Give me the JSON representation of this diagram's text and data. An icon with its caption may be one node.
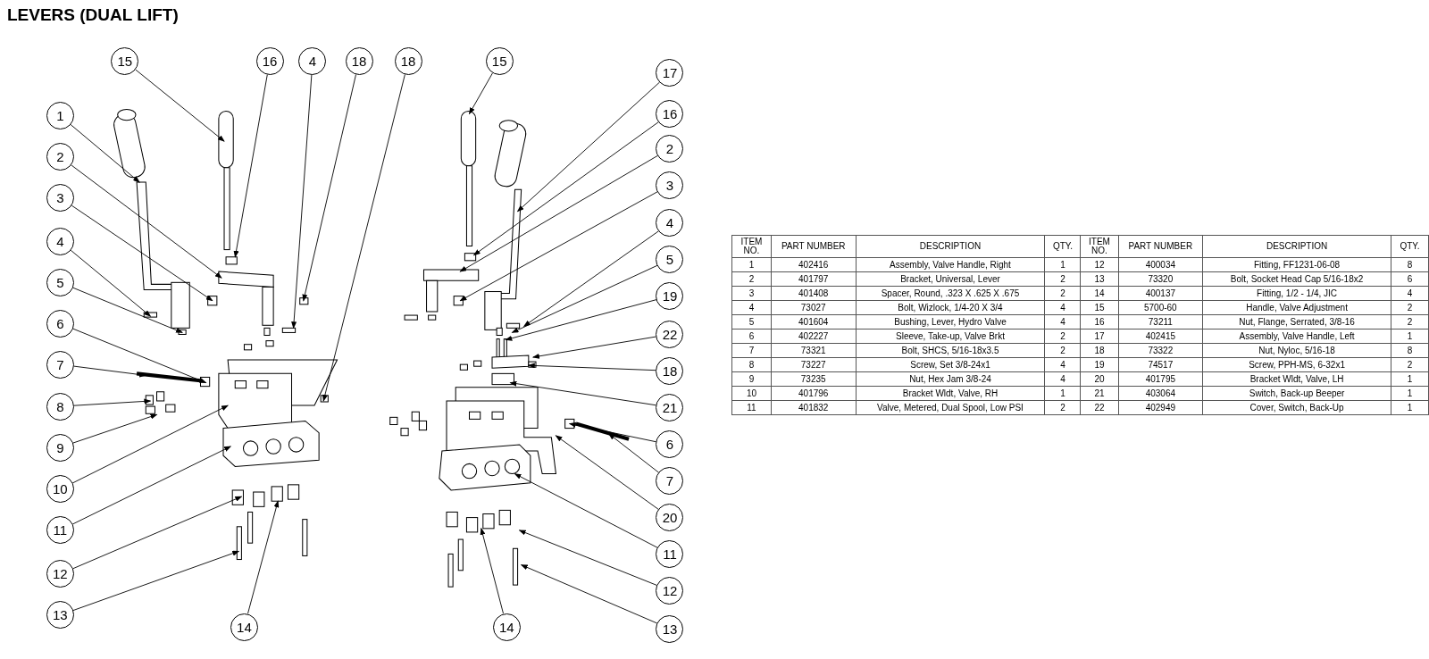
{
  "diagram": {
    "title": "LEVERS (DUAL LIFT)",
    "nodes": [
      {
        "text": [
          "15"
        ]
      },
      {
        "text": [
          "16"
        ]
      },
      {
        "text": [
          "4"
        ]
      },
      {
        "text": [
          "18"
        ]
      },
      {
        "text": [
          "18"
        ]
      },
      {
        "text": [
          "15"
        ]
      },
      {
        "text": [
          "1"
        ]
      },
      {
        "text": [
          "2"
        ]
      },
      {
        "text": [
          "3"
        ]
      },
      {
        "text": [
          "4"
        ]
      },
      {
        "text": [
          "5"
        ]
      },
      {
        "text": [
          "6"
        ]
      },
      {
        "text": [
          "7"
        ]
      },
      {
        "text": [
          "8"
        ]
      },
      {
        "text": [
          "9"
        ]
      },
      {
        "text": [
          "10"
        ]
      },
      {
        "text": [
          "11"
        ]
      },
      {
        "text": [
          "12"
        ]
      },
      {
        "text": [
          "13"
        ]
      },
      {
        "text": [
          "14"
        ]
      },
      {
        "text": [
          "14"
        ]
      },
      {
        "text": [
          "17"
        ]
      },
      {
        "text": [
          "16"
        ]
      },
      {
        "text": [
          "2"
        ]
      },
      {
        "text": [
          "3"
        ]
      },
      {
        "text": [
          "4"
        ]
      },
      {
        "text": [
          "5"
        ]
      },
      {
        "text": [
          "19"
        ]
      },
      {
        "text": [
          "22"
        ]
      },
      {
        "text": [
          "18"
        ]
      },
      {
        "text": [
          "21"
        ]
      },
      {
        "text": [
          "6"
        ]
      },
      {
        "text": [
          "7"
        ]
      },
      {
        "text": [
          "20"
        ]
      },
      {
        "text": [
          "11"
        ]
      },
      {
        "text": [
          "12"
        ]
      },
      {
        "text": [
          "13"
        ]
      }
    ],
    "edges": [
      {
        "from": 0,
        "to": null,
        "arrow": "to"
      },
      {
        "from": 1,
        "to": null,
        "arrow": "to"
      },
      {
        "from": 2,
        "to": null,
        "arrow": "to"
      },
      {
        "from": 3,
        "to": null,
        "arrow": "to"
      },
      {
        "from": 4,
        "to": null,
        "arrow": "to"
      },
      {
        "from": 5,
        "to": null,
        "arrow": "to"
      },
      {
        "from": 6,
        "to": null,
        "arrow": "to"
      },
      {
        "from": 7,
        "to": null,
        "arrow": "to"
      },
      {
        "from": 8,
        "to": null,
        "arrow": "to"
      },
      {
        "from": 9,
        "to": null,
        "arrow": "to"
      },
      {
        "from": 10,
        "to": null,
        "arrow": "to"
      },
      {
        "from": 11,
        "to": null,
        "arrow": "to"
      },
      {
        "from": 12,
        "to": null,
        "arrow": "to"
      },
      {
        "from": 13,
        "to": null,
        "arrow": "to"
      },
      {
        "from": 14,
        "to": null,
        "arrow": "to"
      },
      {
        "from": 15,
        "to": null,
        "arrow": "to"
      },
      {
        "from": 16,
        "to": null,
        "arrow": "to"
      },
      {
        "from": 17,
        "to": null,
        "arrow": "to"
      },
      {
        "from": 18,
        "to": null,
        "arrow": "to"
      },
      {
        "from": 19,
        "to": null,
        "arrow": "to"
      },
      {
        "from": 20,
        "to": null,
        "arrow": "to"
      },
      {
        "from": 21,
        "to": null,
        "arrow": "to"
      },
      {
        "from": 22,
        "to": null,
        "arrow": "to"
      },
      {
        "from": 23,
        "to": null,
        "arrow": "to"
      },
      {
        "from": 24,
        "to": null,
        "arrow": "to"
      },
      {
        "from": 25,
        "to": null,
        "arrow": "to"
      },
      {
        "from": 26,
        "to": null,
        "arrow": "to"
      },
      {
        "from": 27,
        "to": null,
        "arrow": "to"
      },
      {
        "from": 28,
        "to": null,
        "arrow": "to"
      },
      {
        "from": 29,
        "to": null,
        "arrow": "to"
      },
      {
        "from": 30,
        "to": null,
        "arrow": "to"
      },
      {
        "from": 31,
        "to": null,
        "arrow": "to"
      },
      {
        "from": 32,
        "to": null,
        "arrow": "to"
      },
      {
        "from": 33,
        "to": null,
        "arrow": "to"
      },
      {
        "from": 34,
        "to": null,
        "arrow": "to"
      },
      {
        "from": 35,
        "to": null,
        "arrow": "to"
      },
      {
        "from": 36,
        "to": null,
        "arrow": "to"
      }
    ],
    "labels": [
      "ITEM NO.",
      "PART NUMBER",
      "DESCRIPTION",
      "QTY.",
      "ITEM NO.",
      "PART NUMBER",
      "DESCRIPTION",
      "QTY.",
      "1",
      "402416",
      "Assembly, Valve Handle, Right",
      "1",
      "12",
      "400034",
      "Fitting, FF1231-06-08",
      "8",
      "2",
      "401797",
      "Bracket, Universal, Lever",
      "2",
      "13",
      "73320",
      "Bolt, Socket Head Cap 5/16-18x2",
      "6",
      "3",
      "401408",
      "Spacer, Round, .323 X .625 X .675",
      "2",
      "14",
      "400137",
      "Fitting, 1/2 - 1/4, JIC",
      "4",
      "4",
      "73027",
      "Bolt, Wizlock, 1/4-20 X 3/4",
      "4",
      "15",
      "5700-60",
      "Handle, Valve Adjustment",
      "2",
      "5",
      "401604",
      "Bushing, Lever, Hydro Valve",
      "4",
      "16",
      "73211",
      "Nut, Flange, Serrated, 3/8-16",
      "2",
      "6",
      "402227",
      "Sleeve, Take-up, Valve Brkt",
      "2",
      "17",
      "402415",
      "Assembly, Valve Handle, Left",
      "1",
      "7",
      "73321",
      "Bolt, SHCS, 5/16-18x3.5",
      "2",
      "18",
      "73322",
      "Nut, Nyloc, 5/16-18",
      "8",
      "8",
      "73227",
      "Screw, Set 3/8-24x1",
      "4",
      "19",
      "74517",
      "Screw, PPH-MS, 6-32x1",
      "2",
      "9",
      "73235",
      "Nut, Hex Jam 3/8-24",
      "4",
      "20",
      "401795",
      "Bracket Wldt, Valve, LH",
      "1",
      "10",
      "401796",
      "Bracket Wldt, Valve, RH",
      "1",
      "21",
      "403064",
      "Switch, Back-up Beeper",
      "1",
      "11",
      "401832",
      "Valve, Metered, Dual Spool, Low PSI",
      "2",
      "22",
      "402949",
      "Cover, Switch, Back-Up",
      "1"
    ]
  }
}
